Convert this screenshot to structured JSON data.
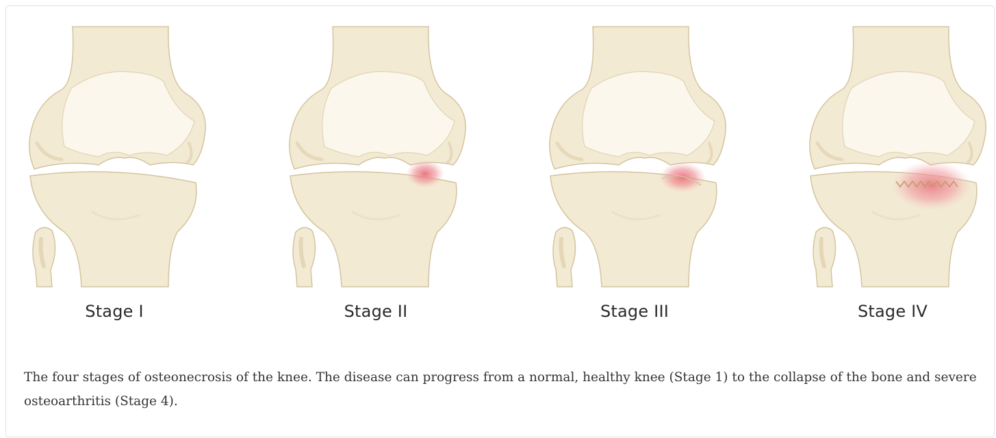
{
  "stages": [
    {
      "label": "Stage I"
    },
    {
      "label": "Stage II"
    },
    {
      "label": "Stage III"
    },
    {
      "label": "Stage IV"
    }
  ],
  "caption": "The four stages of osteonecrosis of the knee. The disease can progress from a normal, healthy knee (Stage 1) to the collapse of the bone and severe osteoarthritis (Stage 4).",
  "colors": {
    "bone_fill": "#f3ead3",
    "bone_outline": "#d3c49f",
    "marrow_fill": "#fbf7ec",
    "lesion": "#e8707a",
    "fracture_line": "#c79a70"
  }
}
